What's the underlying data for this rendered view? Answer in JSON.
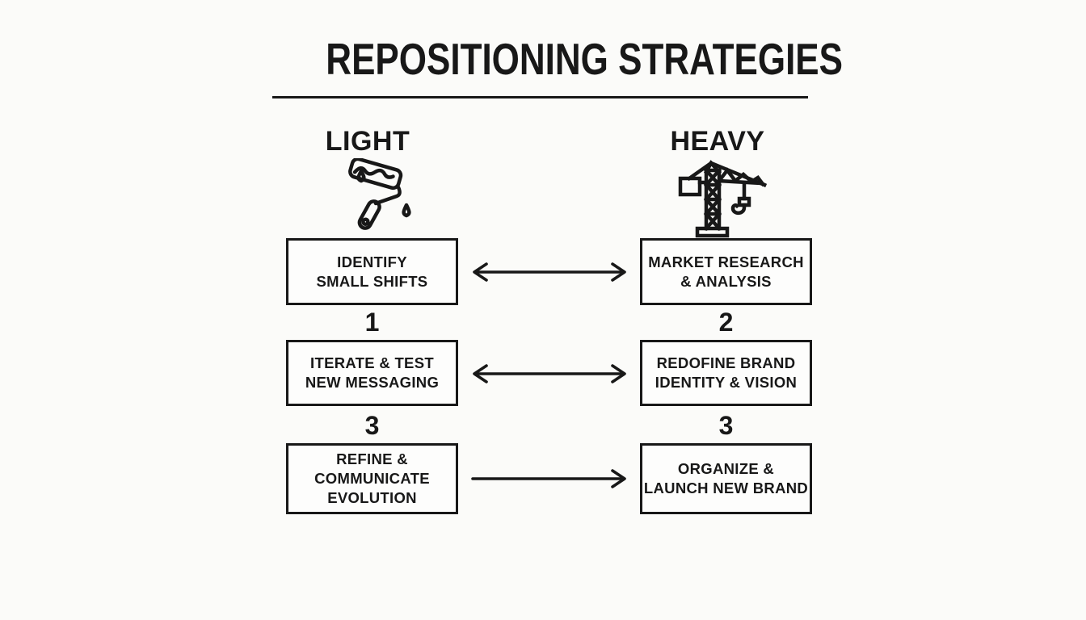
{
  "header": {
    "title": "REPOSITIONING STRATEGIES"
  },
  "columns": {
    "light": {
      "header": "LIGHT",
      "icon": "paint-roller",
      "steps": [
        {
          "label": "IDENTIFY\nSMALL SHIFTS",
          "number": "1"
        },
        {
          "label": "ITERATE & TEST\nNEW MESSAGING",
          "number": "3"
        },
        {
          "label": "REFINE &\nCOMMUNICATE\nEVOLUTION"
        }
      ]
    },
    "heavy": {
      "header": "HEAVY",
      "icon": "construction-crane",
      "steps": [
        {
          "label": "MARKET RESEARCH\n& ANALYSIS",
          "number": "2"
        },
        {
          "label": "REDOFINE BRAND\nIDENTITY & VISION",
          "number": "3"
        },
        {
          "label": "ORGANIZE &\nLAUNCH NEW BRAND"
        }
      ]
    }
  },
  "connectors": [
    {
      "row": 1,
      "type": "double-arrow"
    },
    {
      "row": 2,
      "type": "double-arrow"
    },
    {
      "row": 3,
      "type": "single-arrow-right"
    }
  ],
  "colors": {
    "ink": "#181818",
    "background": "#fbfbf9"
  }
}
